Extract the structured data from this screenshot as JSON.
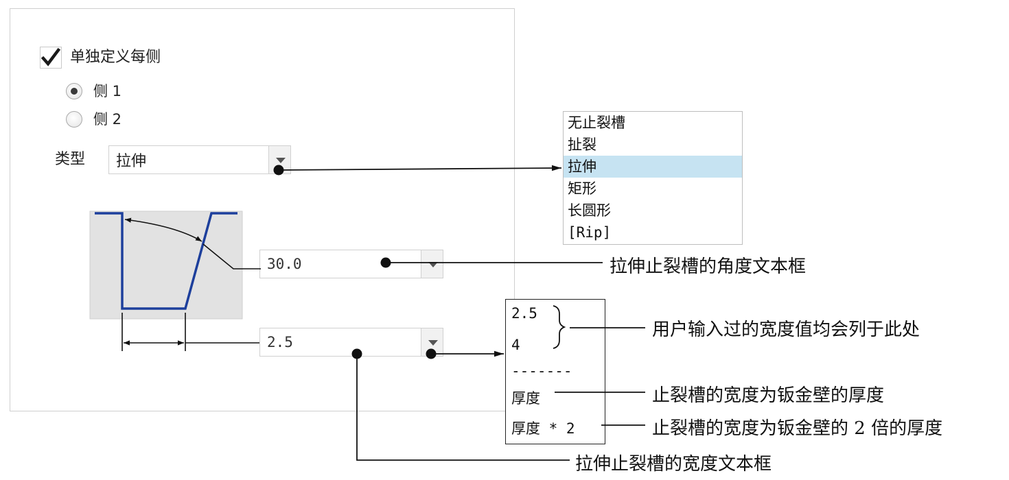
{
  "panel": {
    "checkbox_label": "单独定义每侧",
    "radio_side1": "侧 1",
    "radio_side2": "侧 2",
    "type_label": "类型",
    "type_value": "拉伸",
    "angle_value": "30.0",
    "width_value": "2.5"
  },
  "type_list": {
    "options": [
      "无止裂槽",
      "扯裂",
      "拉伸",
      "矩形",
      "长圆形",
      "[Rip]"
    ],
    "selected_index": 2
  },
  "width_list": {
    "items": [
      "2.5",
      "4",
      "-------",
      "厚度",
      "厚度 * 2"
    ]
  },
  "annotations": {
    "angle_box": "拉伸止裂槽的角度文本框",
    "history": "用户输入过的宽度值均会列于此处",
    "thickness": "止裂槽的宽度为钣金壁的厚度",
    "thickness_x2": "止裂槽的宽度为钣金壁的 2 倍的厚度",
    "width_box": "拉伸止裂槽的宽度文本框"
  },
  "colors": {
    "profile_line": "#1d3f9c",
    "selection": "#c6e3f2",
    "preview_bg": "#e2e2e2"
  }
}
